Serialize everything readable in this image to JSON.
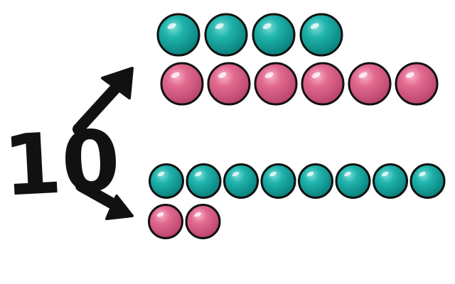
{
  "number": {
    "text": "10"
  },
  "colors": {
    "teal": "#0f9e9a",
    "teal_dark": "#0a6f6b",
    "pink": "#dc5c84",
    "pink_dark": "#a63a5d",
    "outline": "#111111",
    "arrow": "#111111"
  },
  "decomposition": [
    {
      "name": "upper-group",
      "teal_count": 4,
      "pink_count": 6
    },
    {
      "name": "lower-group",
      "teal_count": 8,
      "pink_count": 2
    }
  ]
}
